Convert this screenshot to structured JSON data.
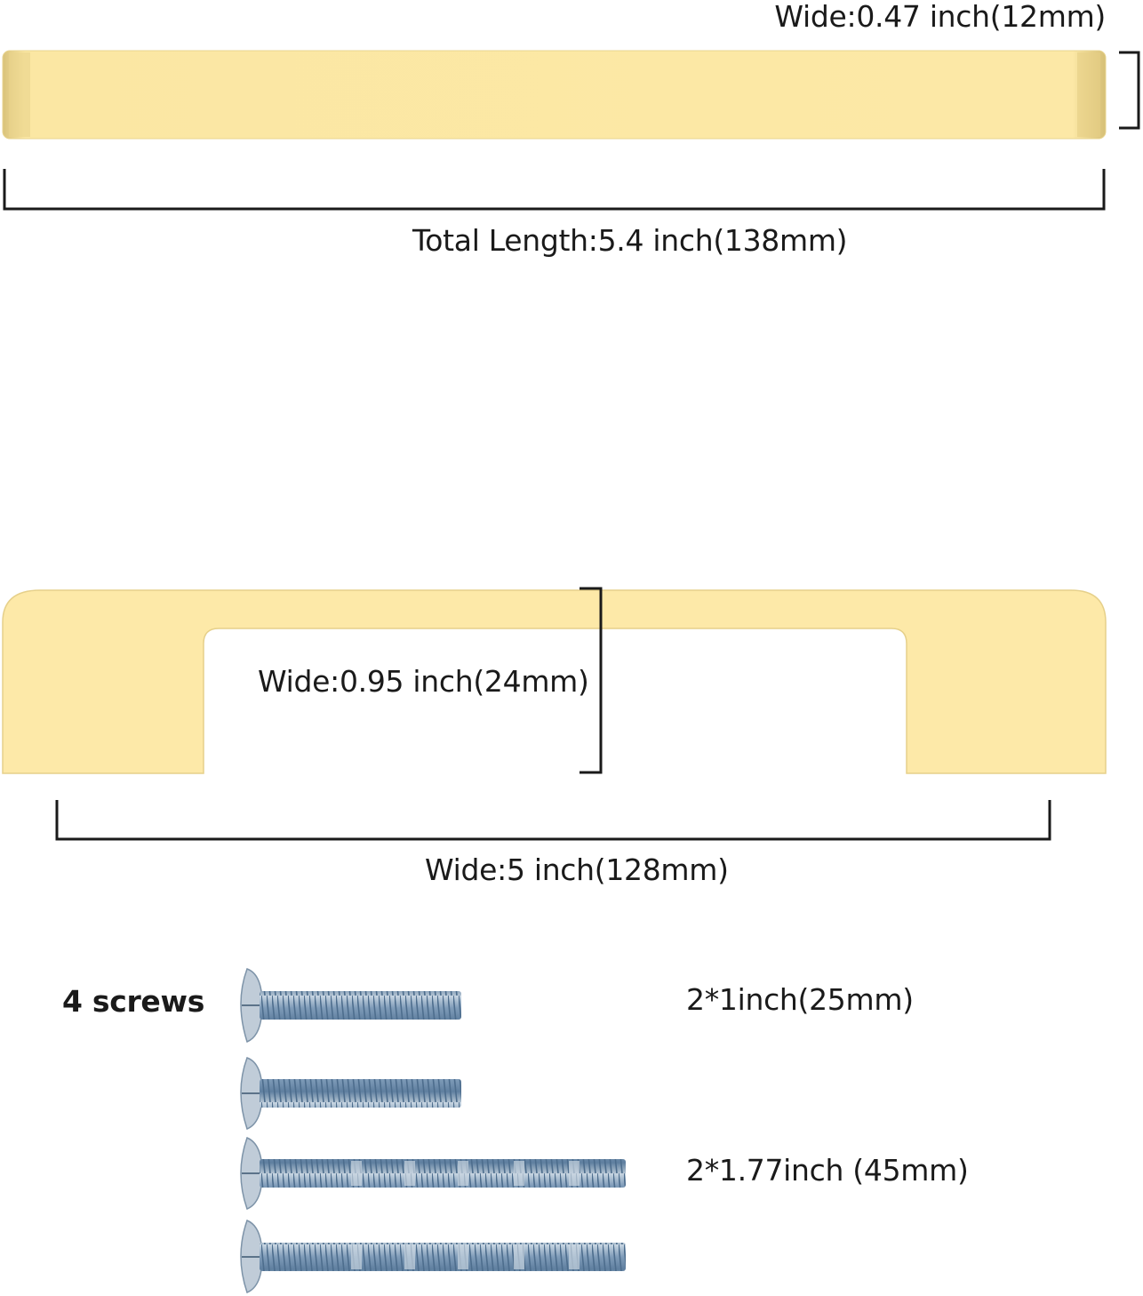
{
  "colors": {
    "gold": "#fce8a6",
    "gold_edge": "#e4cf86",
    "line": "#1a1a1a",
    "screw": "#8fa9c2"
  },
  "top_handle": {
    "thickness_label": "Wide:0.47 inch(12mm)",
    "length_label": "Total Length:5.4 inch(138mm)"
  },
  "front_handle": {
    "height_label": "Wide:0.95 inch(24mm)",
    "hole_spacing_label": "Wide:5 inch(128mm)"
  },
  "screws": {
    "title": "4 screws",
    "short_label": "2*1inch(25mm)",
    "long_label": "2*1.77inch (45mm)"
  }
}
